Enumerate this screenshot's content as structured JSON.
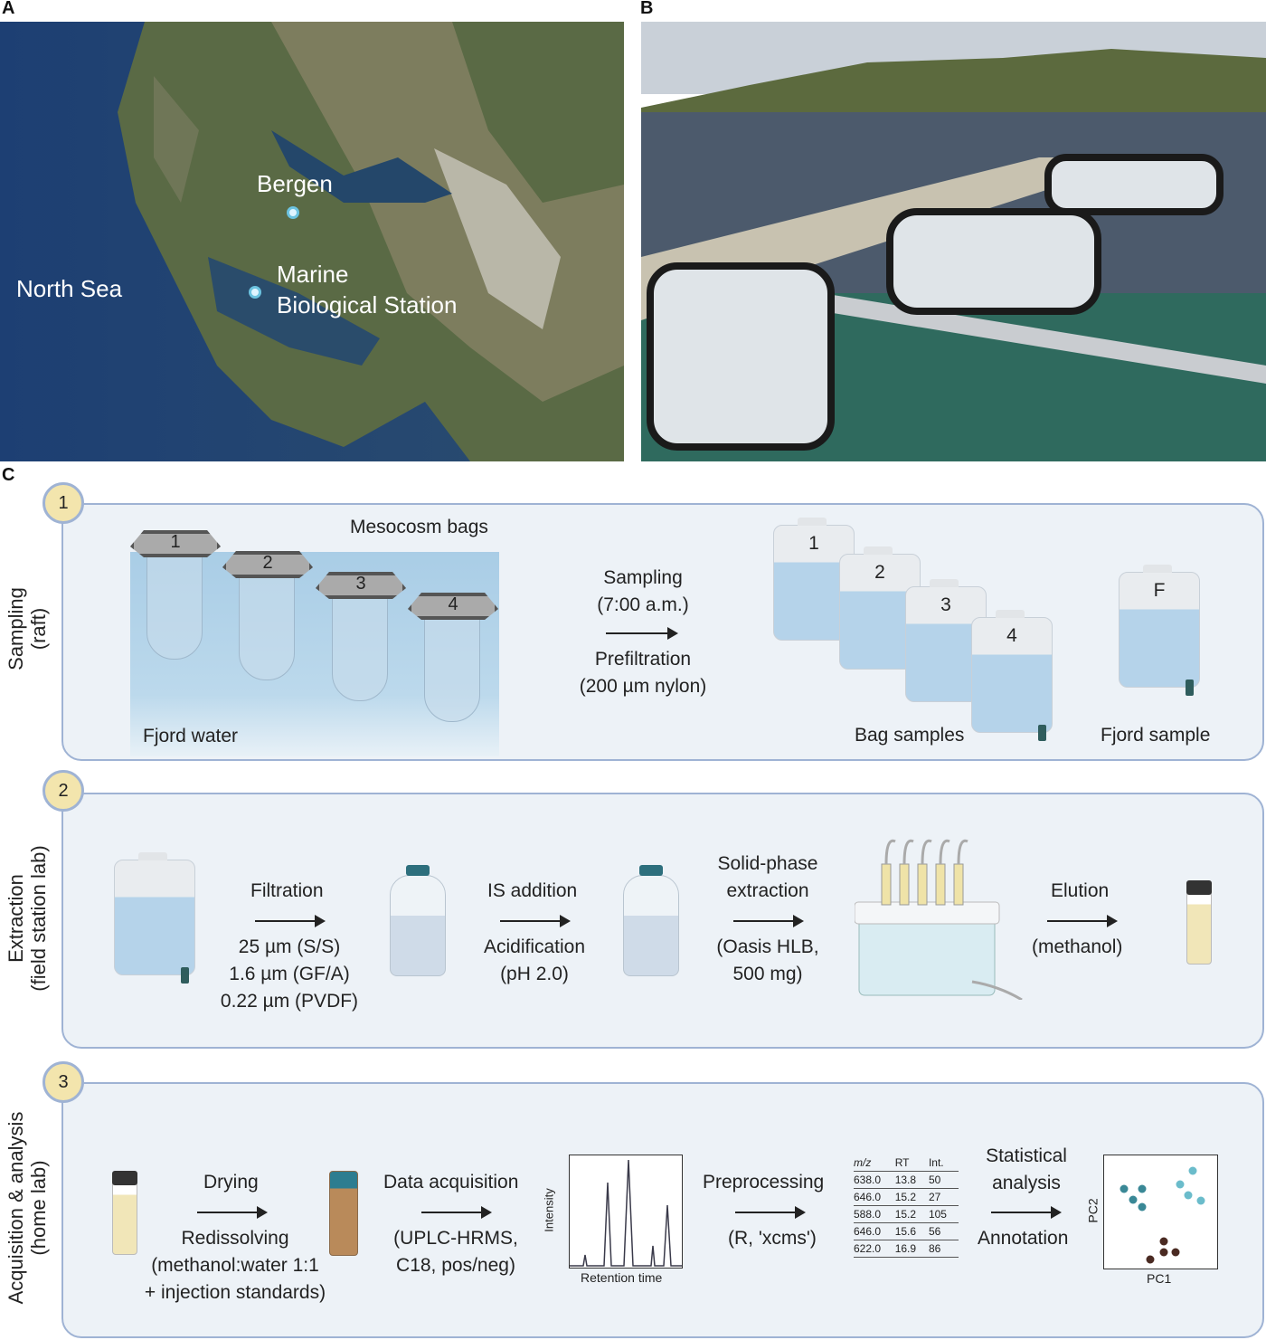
{
  "panels": {
    "a": "A",
    "b": "B",
    "c": "C"
  },
  "map": {
    "north_sea": "North Sea",
    "bergen": "Bergen",
    "station_line1": "Marine",
    "station_line2": "Biological Station"
  },
  "step1": {
    "badge": "1",
    "side_line1": "Sampling",
    "side_line2": "(raft)",
    "bags_title": "Mesocosm bags",
    "bags": [
      "1",
      "2",
      "3",
      "4"
    ],
    "fjord_water": "Fjord water",
    "arrow_top1": "Sampling",
    "arrow_top2": "(7:00 a.m.)",
    "arrow_bot1": "Prefiltration",
    "arrow_bot2": "(200 µm nylon)",
    "cans": [
      "1",
      "2",
      "3",
      "4"
    ],
    "bag_samples": "Bag samples",
    "fjord_can": "F",
    "fjord_sample": "Fjord sample"
  },
  "step2": {
    "badge": "2",
    "side_line1": "Extraction",
    "side_line2": "(field station lab)",
    "filtration": "Filtration",
    "filters": [
      "25 µm (S/S)",
      "1.6 µm (GF/A)",
      "0.22 µm (PVDF)"
    ],
    "is_addition": "IS addition",
    "acid1": "Acidification",
    "acid2": "(pH 2.0)",
    "spe1": "Solid-phase",
    "spe2": "extraction",
    "spe3": "(Oasis HLB,",
    "spe4": "500 mg)",
    "elution": "Elution",
    "methanol": "(methanol)"
  },
  "step3": {
    "badge": "3",
    "side_line1": "Acquisition & analysis",
    "side_line2": "(home lab)",
    "drying": "Drying",
    "redis1": "Redissolving",
    "redis2": "(methanol:water 1:1",
    "redis3": "+ injection standards)",
    "acq": "Data acquisition",
    "acq2": "(UPLC-HRMS,",
    "acq3": "C18, pos/neg)",
    "intensity": "Intensity",
    "rt": "Retention time",
    "prep": "Preprocessing",
    "prep2": "(R, 'xcms')",
    "table": {
      "headers": [
        "m/z",
        "RT",
        "Int."
      ],
      "rows": [
        [
          "638.0",
          "13.8",
          "50"
        ],
        [
          "646.0",
          "15.2",
          "27"
        ],
        [
          "588.0",
          "15.2",
          "105"
        ],
        [
          "646.0",
          "15.6",
          "56"
        ],
        [
          "622.0",
          "16.9",
          "86"
        ]
      ]
    },
    "stat1": "Statistical",
    "stat2": "analysis",
    "annotation": "Annotation",
    "pc1": "PC1",
    "pc2": "PC2"
  },
  "colors": {
    "box_border": "#9fb3d4",
    "box_bg": "#edf2f7",
    "badge": "#f3e5ad",
    "pca_teal": "#3a8896",
    "pca_light": "#6bbccb",
    "pca_brown": "#4a2a22"
  }
}
